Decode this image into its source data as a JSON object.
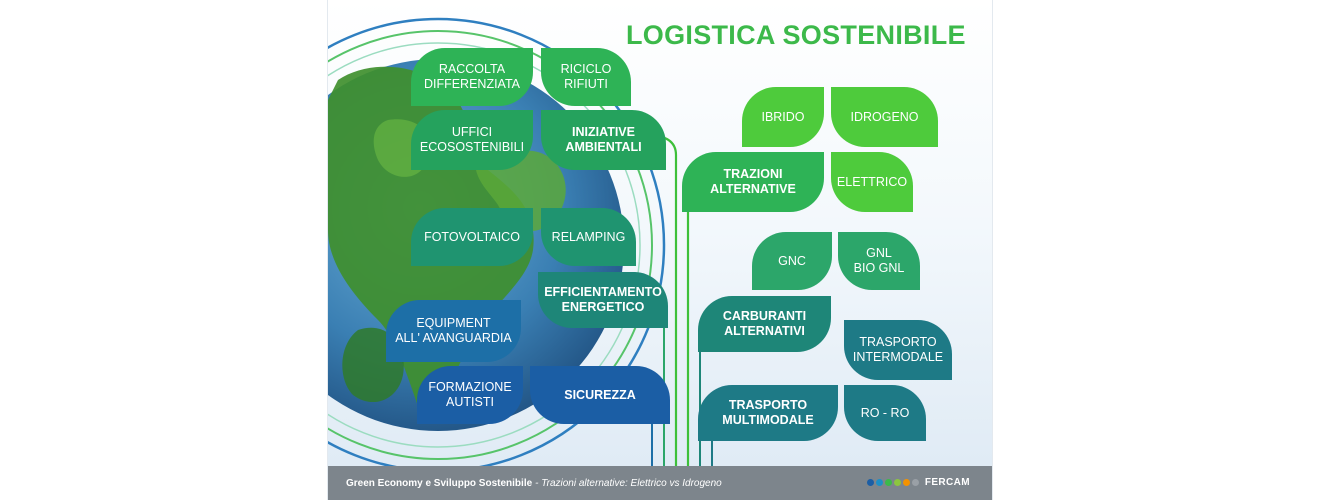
{
  "title": "LOGISTICA SOSTENIBILE",
  "leaves": {
    "raccolta": "RACCOLTA\nDIFFERENZIATA",
    "riciclo": "RICICLO\nRIFIUTI",
    "uffici": "UFFICI\nECOSOSTENIBILI",
    "iniziative": "INIZIATIVE\nAMBIENTALI",
    "ibrido": "IBRIDO",
    "idrogeno": "IDROGENO",
    "trazioni": "TRAZIONI\nALTERNATIVE",
    "elettrico": "ELETTRICO",
    "fotovoltaico": "FOTOVOLTAICO",
    "relamping": "RELAMPING",
    "efficientamento": "EFFICIENTAMENTO\nENERGETICO",
    "gnc": "GNC",
    "gnl": "GNL\nBIO GNL",
    "carburanti": "CARBURANTI\nALTERNATIVI",
    "equipment": "EQUIPMENT\nALL' AVANGUARDIA",
    "trasporto_intermodale": "TRASPORTO\nINTERMODALE",
    "formazione": "FORMAZIONE\nAUTISTI",
    "sicurezza": "SICUREZZA",
    "trasporto_multimodale": "TRASPORTO\nMULTIMODALE",
    "roro": "RO - RO"
  },
  "footer": {
    "bold": "Green Economy e Sviluppo Sostenibile",
    "italic": "- Trazioni alternative: Elettrico vs Idrogeno",
    "logo": "FERCAM",
    "logo_dots": [
      "#1b5ea5",
      "#1e8fc6",
      "#3cb94a",
      "#8cc63f",
      "#f39200",
      "#9aa0a6"
    ]
  },
  "colors": {
    "title": "#3cb94a",
    "footer_bg": "#7d858c"
  }
}
